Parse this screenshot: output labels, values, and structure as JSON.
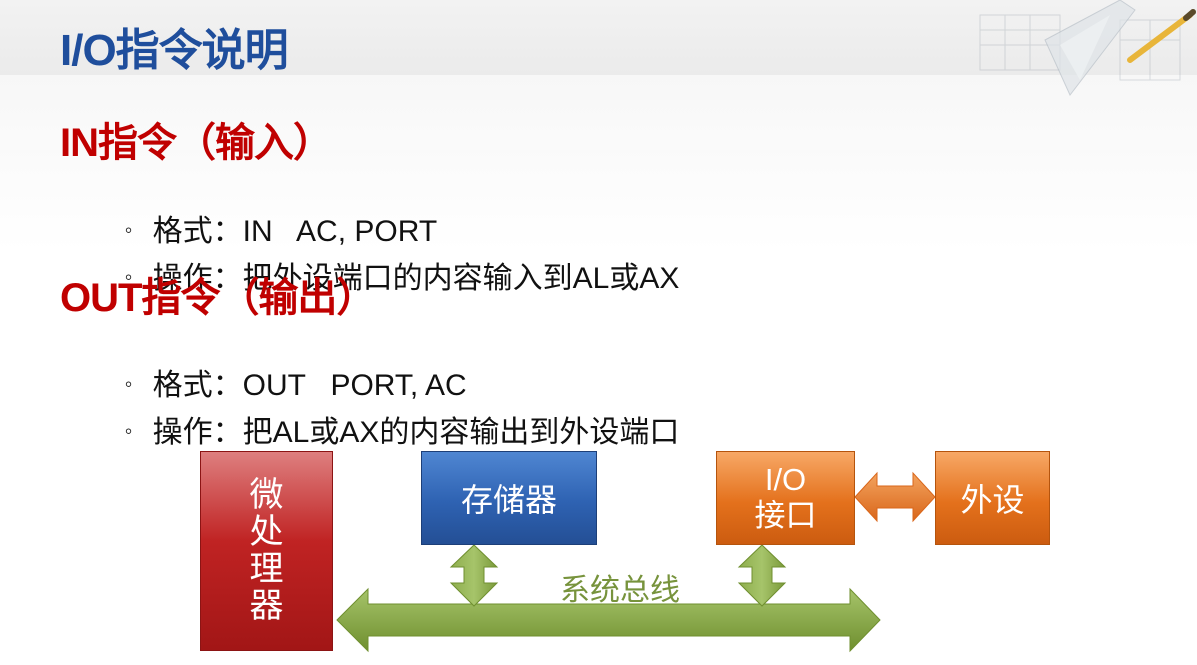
{
  "slide": {
    "title": "I/O指令说明"
  },
  "sections": [
    {
      "heading": "IN指令（输入）",
      "bullets": [
        {
          "mark": "◦",
          "text": "格式：IN   AC, PORT"
        },
        {
          "mark": "◦",
          "text": "操作：把外设端口的内容输入到AL或AX"
        }
      ]
    },
    {
      "heading": "OUT指令（输出）",
      "bullets": [
        {
          "mark": "◦",
          "text": "格式：OUT   PORT, AC"
        },
        {
          "mark": "◦",
          "text": "操作：把AL或AX的内容输出到外设端口"
        }
      ]
    }
  ],
  "diagram": {
    "cpu_label": "微处理器",
    "memory_label": "存储器",
    "io_label": "I/O接口",
    "device_label": "外设",
    "bus_label": "系统总线"
  },
  "colors": {
    "title": "#1f4e9c",
    "heading": "#c00000",
    "cpu": "#c02323",
    "memory": "#2e62b2",
    "io": "#e4711c",
    "bus": "#77933c"
  }
}
